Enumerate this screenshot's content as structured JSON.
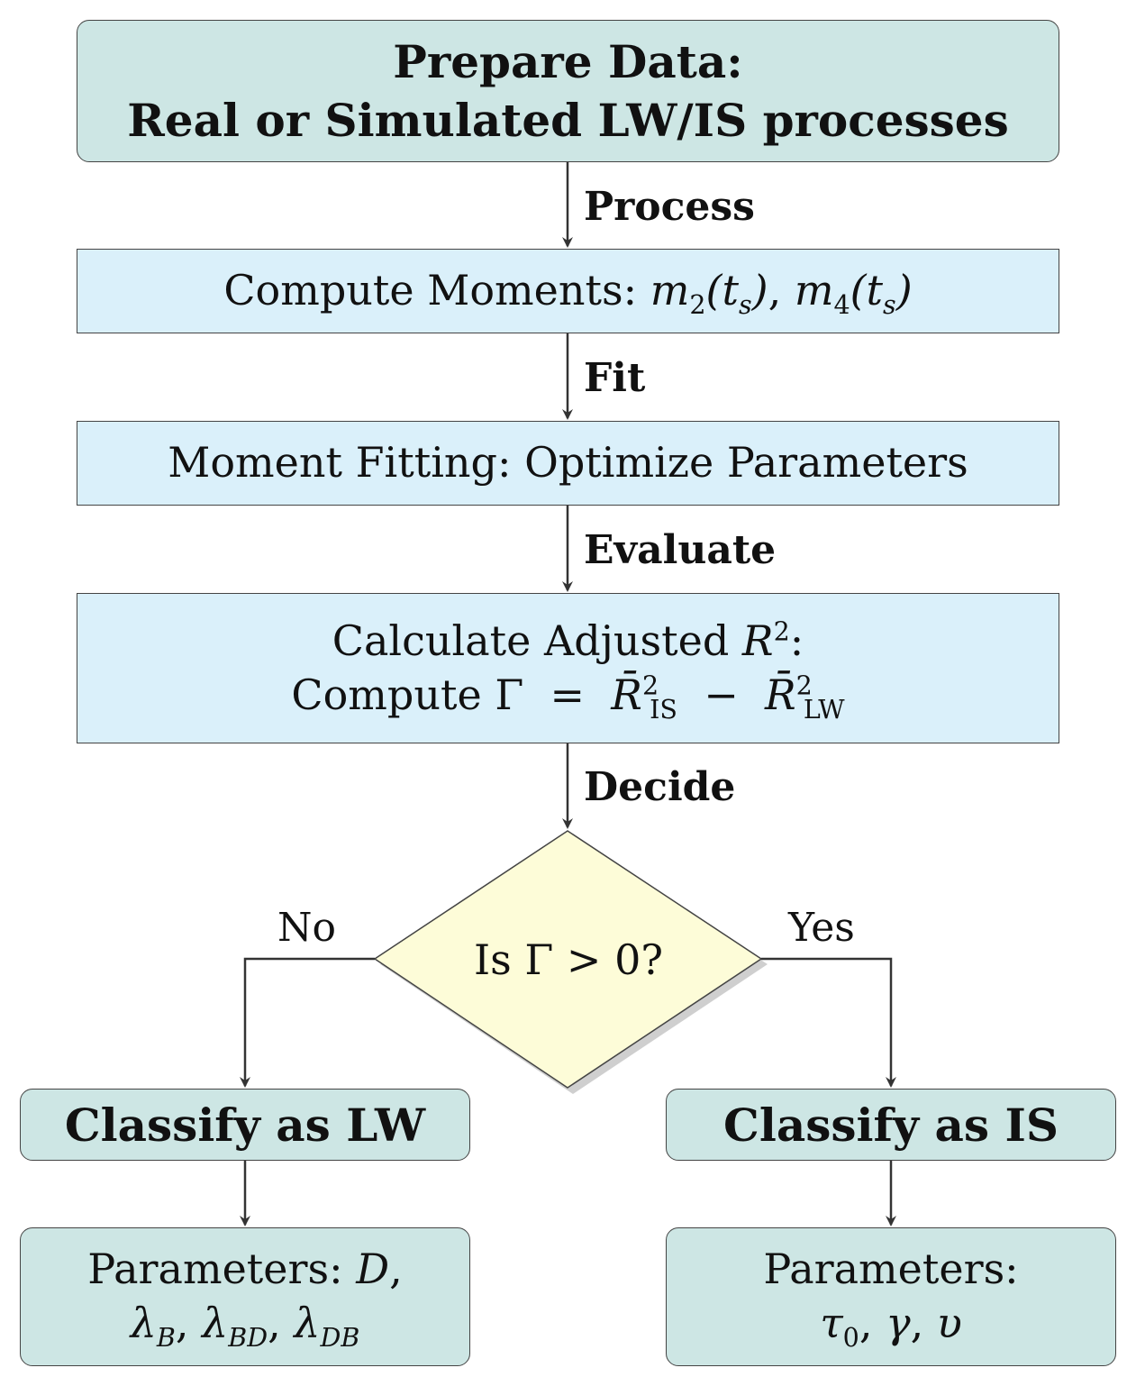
{
  "prepare": {
    "line1": "Prepare Data:",
    "line2": "Real or Simulated LW/IS processes"
  },
  "edges": {
    "process": "Process",
    "fit": "Fit",
    "evaluate": "Evaluate",
    "decide": "Decide",
    "no": "No",
    "yes": "Yes"
  },
  "moments": {
    "prefix": "Compute Moments:",
    "m": "m",
    "idx2": "2",
    "idx4": "4",
    "t": "t",
    "s": "s"
  },
  "fitting": {
    "text": "Moment Fitting: Optimize Parameters"
  },
  "adjusted": {
    "line1_prefix": "Calculate Adjusted",
    "R": "R",
    "sq": "2",
    "line2_prefix": "Compute Γ",
    "eq": "=",
    "minus": "−",
    "Rbar": "R̄",
    "IS": "IS",
    "LW": "LW"
  },
  "decision": {
    "prefix": "Is Γ",
    "op": ">",
    "value": "0?"
  },
  "lw_class": {
    "text": "Classify as LW"
  },
  "is_class": {
    "text": "Classify as IS"
  },
  "lw_params": {
    "prefix": "Parameters:",
    "D": "D",
    "lambda": "λ",
    "B": "B",
    "BD": "BD",
    "DB": "DB"
  },
  "is_params": {
    "prefix": "Parameters:",
    "tau": "τ",
    "zero": "0",
    "gamma": "γ",
    "upsilon": "υ"
  },
  "colors": {
    "teal_box": "#cde6e4",
    "blue_box": "#daf0fa",
    "diamond": "#fdfcd8",
    "stroke": "#444444"
  }
}
